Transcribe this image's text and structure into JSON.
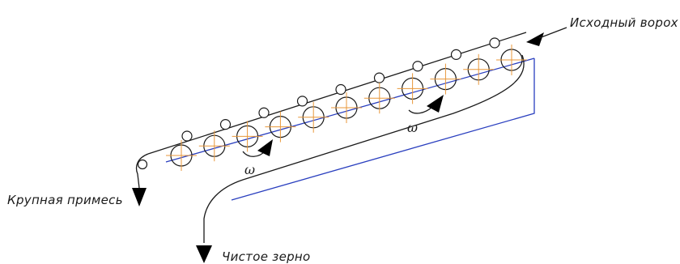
{
  "diagram": {
    "labels": {
      "input_heap": "Исходный ворох",
      "coarse_impurity": "Крупная примесь",
      "clean_grain": "Чистое зерно",
      "rotation_symbol": "ω"
    },
    "colors": {
      "outline": "#1a1a1a",
      "screen_line": "#2a3fbf",
      "center_marks": "#e8973a",
      "background": "#ffffff"
    },
    "roller_count": 11,
    "upper_roller_count": 9
  }
}
